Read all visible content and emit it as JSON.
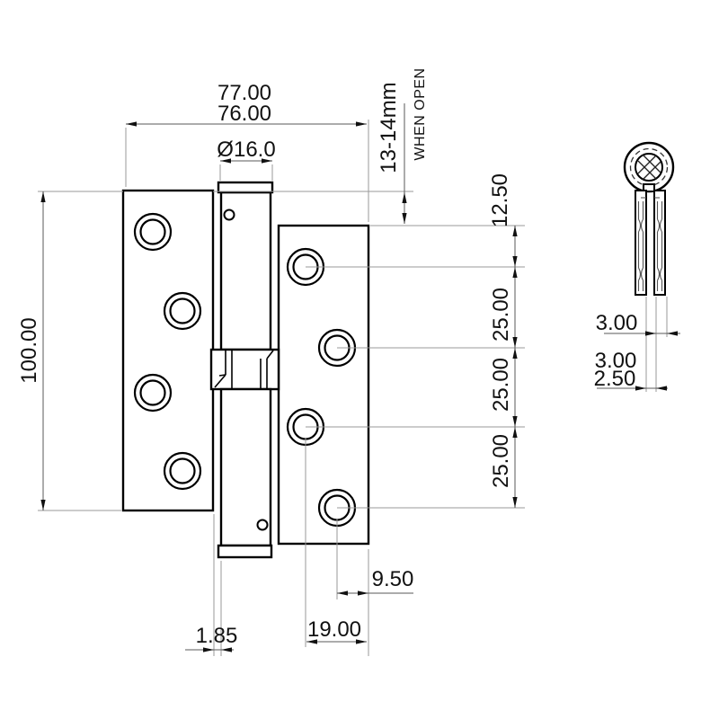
{
  "dimensions": {
    "overall_width_max": "77.00",
    "overall_width_min": "76.00",
    "knuckle_diameter": "Ø16.0",
    "rise_when_open": "13-14mm",
    "rise_when_open_note": "WHEN OPEN",
    "leaf_height": "100.00",
    "first_hole_from_top": "12.50",
    "hole_pitch_a": "25.00",
    "hole_pitch_b": "25.00",
    "hole_pitch_c": "25.00",
    "hole_col1_from_edge": "19.00",
    "hole_col2_from_edge": "9.50",
    "leaf_to_knuckle_gap": "1.85",
    "leaf_thickness": "3.00",
    "closed_gap_max": "3.00",
    "closed_gap_min": "2.50"
  },
  "colors": {
    "outline": "#000000",
    "dimension_lines": "#8a8a8a",
    "text": "#111111",
    "background": "#ffffff"
  }
}
